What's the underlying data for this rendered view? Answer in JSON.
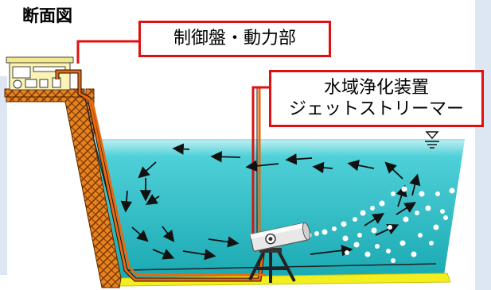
{
  "title": "断面図",
  "labels": {
    "control_panel": "制御盤・動力部",
    "device_line1": "水域浄化装置",
    "device_line2": "ジェットストリーマー"
  },
  "colors": {
    "water": "#27b7c0",
    "wall": "#e07a1a",
    "cable": "#e86a10",
    "callout": "#e01010",
    "floor": "#f2ee20",
    "sidebar": "#dde6f3"
  },
  "icons": [
    "water-level-icon",
    "flow-arrow-icon",
    "bubble-icon"
  ]
}
